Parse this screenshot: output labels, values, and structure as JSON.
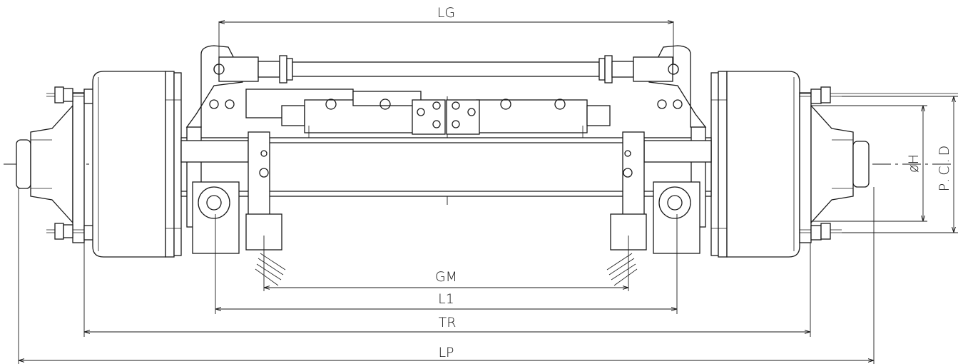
{
  "diagram": {
    "stroke_color": "#1a1a1a",
    "background": "#ffffff",
    "dimensions": {
      "lg": "LG",
      "gm": "GM",
      "l1": "L1",
      "tr": "TR",
      "lp": "LP",
      "oh": "øH",
      "pcd": "P.C.D"
    }
  }
}
